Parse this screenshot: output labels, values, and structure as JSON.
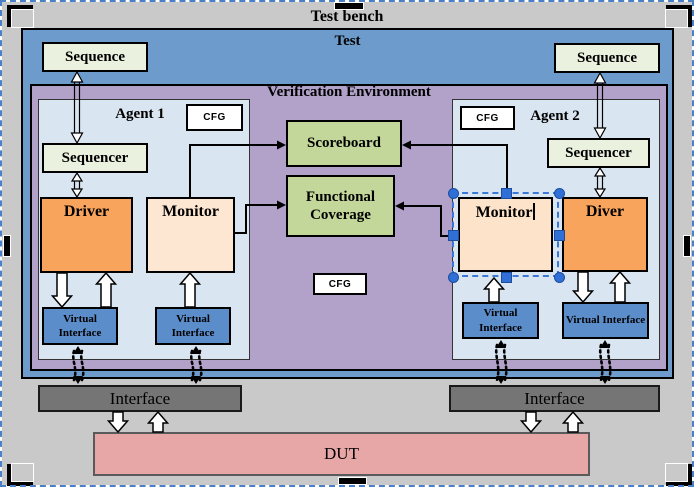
{
  "frame": {
    "title": "Test bench"
  },
  "test": {
    "title": "Test"
  },
  "env": {
    "title": "Verification Environment"
  },
  "agent1": {
    "title": "Agent 1",
    "cfg": "CFG",
    "sequence": "Sequence",
    "sequencer": "Sequencer",
    "driver": "Driver",
    "monitor": "Monitor",
    "vi_driver": "Virtual Interface",
    "vi_monitor": "Virtual Interface"
  },
  "agent2": {
    "title": "Agent 2",
    "cfg": "CFG",
    "sequence": "Sequence",
    "sequencer": "Sequencer",
    "monitor": "Monitor",
    "driver": "Diver",
    "vi_monitor": "Virtual Interface",
    "vi_driver": "Virtual Interface"
  },
  "analysis": {
    "scoreboard": "Scoreboard",
    "functional_coverage": "Functional Coverage",
    "cfg": "CFG"
  },
  "bottom": {
    "interface_left": "Interface",
    "interface_right": "Interface",
    "dut": "DUT"
  },
  "colors": {
    "canvas_gray": "#c9c9c9",
    "test_blue": "#6d9bcc",
    "env_purple": "#b2a1c9",
    "agent_blue": "#d9e5f1",
    "sequence_green": "#eaf1de",
    "analysis_green": "#c4d79b",
    "driver_orange": "#f9a45c",
    "monitor_peach": "#fde7d3",
    "virtual_interface_blue": "#5c8dcb",
    "interface_gray": "#757575",
    "dut_pink": "#e8a7a7",
    "selection_blue": "#2f6fd6"
  }
}
